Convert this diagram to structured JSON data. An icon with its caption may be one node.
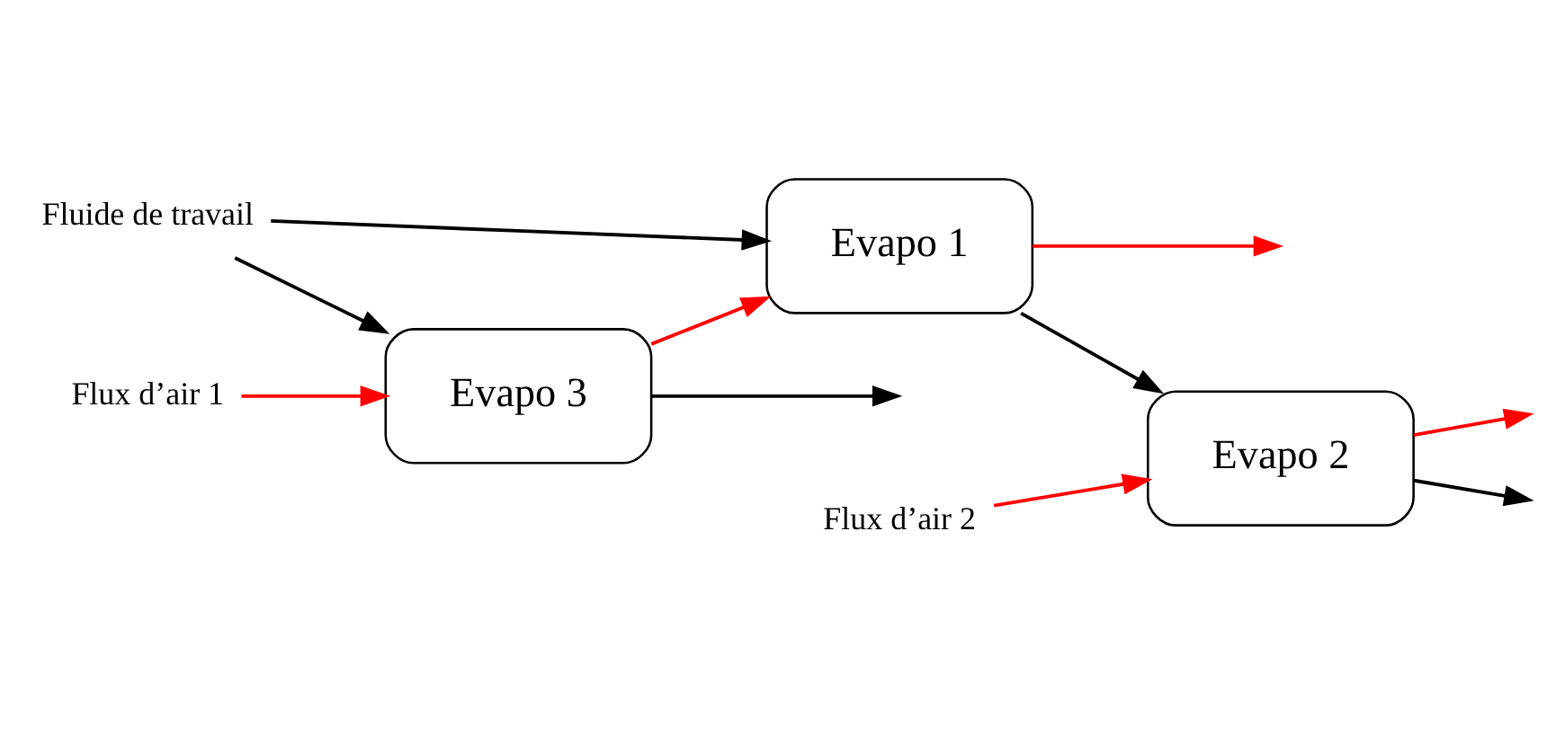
{
  "diagram": {
    "nodes": [
      {
        "text": [
          "Fluide de travail"
        ]
      },
      {
        "text": [
          "Evapo 1"
        ]
      },
      {
        "text": [
          "Evapo 2"
        ]
      },
      {
        "text": [
          "Evapo 3"
        ]
      },
      {
        "text": [
          "Flux d’air 2"
        ]
      },
      {
        "text": [
          "Flux d’air 1"
        ]
      }
    ],
    "edges": [
      {
        "from": 0,
        "to": 1,
        "arrow": "to"
      },
      {
        "from": 0,
        "to": 3,
        "arrow": "to"
      },
      {
        "from": 1,
        "to": 2,
        "arrow": "to"
      },
      {
        "from": 3,
        "to": 1,
        "arrow": "to",
        "color": "#ff0000"
      },
      {
        "from": 1,
        "to": null,
        "arrow": "to",
        "color": "#ff0000"
      },
      {
        "from": 4,
        "to": 2,
        "arrow": "to",
        "color": "#ff0000"
      },
      {
        "from": 2,
        "to": null,
        "arrow": "to",
        "color": "#ff0000"
      },
      {
        "from": 5,
        "to": 3,
        "arrow": "to",
        "color": "#ff0000"
      },
      {
        "from": 2,
        "to": null,
        "arrow": "to"
      },
      {
        "from": 3,
        "to": null,
        "arrow": "to"
      }
    ]
  }
}
